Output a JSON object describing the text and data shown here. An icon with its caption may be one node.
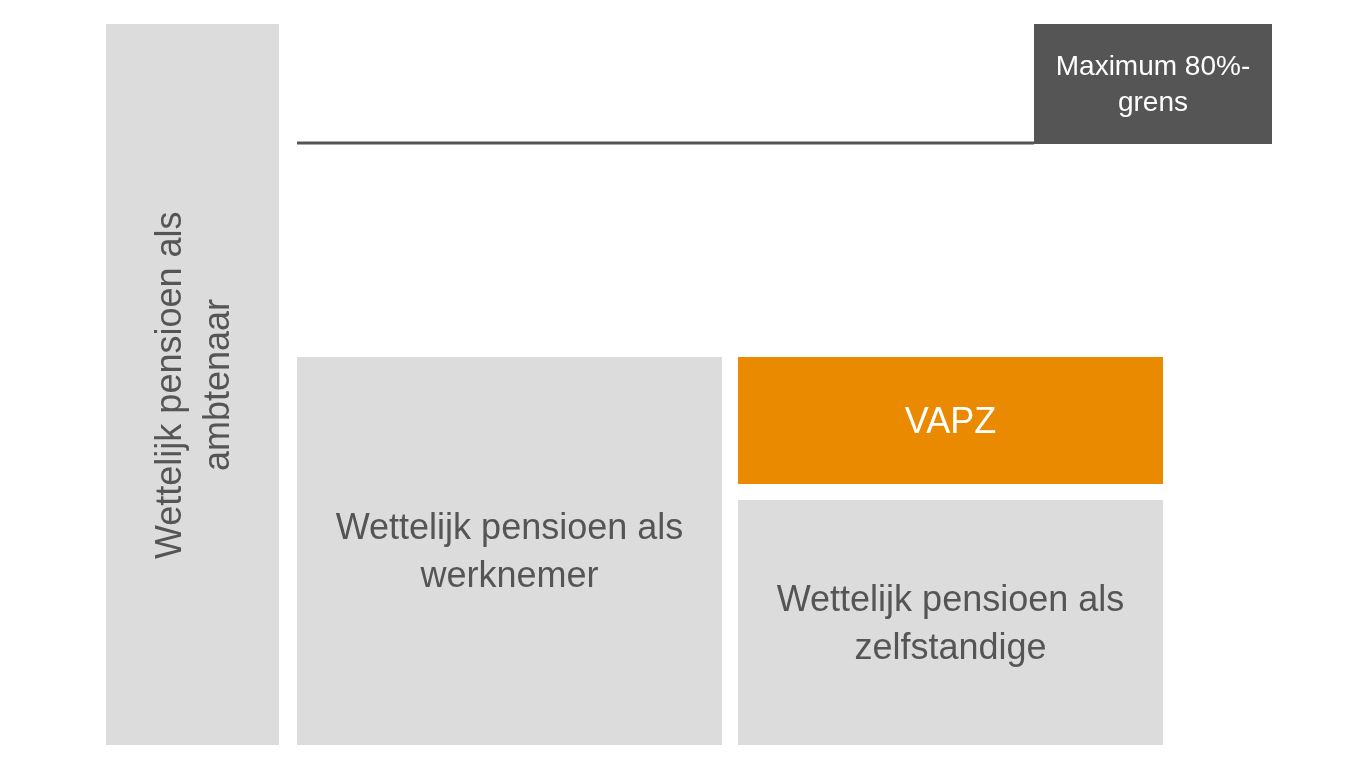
{
  "diagram": {
    "nodes": [
      {
        "text": [
          "Wettelijk pensioen als ambtenaar"
        ]
      },
      {
        "text": [
          "Maximum 80%-grens"
        ]
      },
      {
        "text": [
          "Wettelijk pensioen als werknemer"
        ]
      },
      {
        "text": [
          "VAPZ"
        ]
      },
      {
        "text": [
          "Wettelijk pensioen als zelfstandige"
        ]
      }
    ],
    "edges": []
  }
}
